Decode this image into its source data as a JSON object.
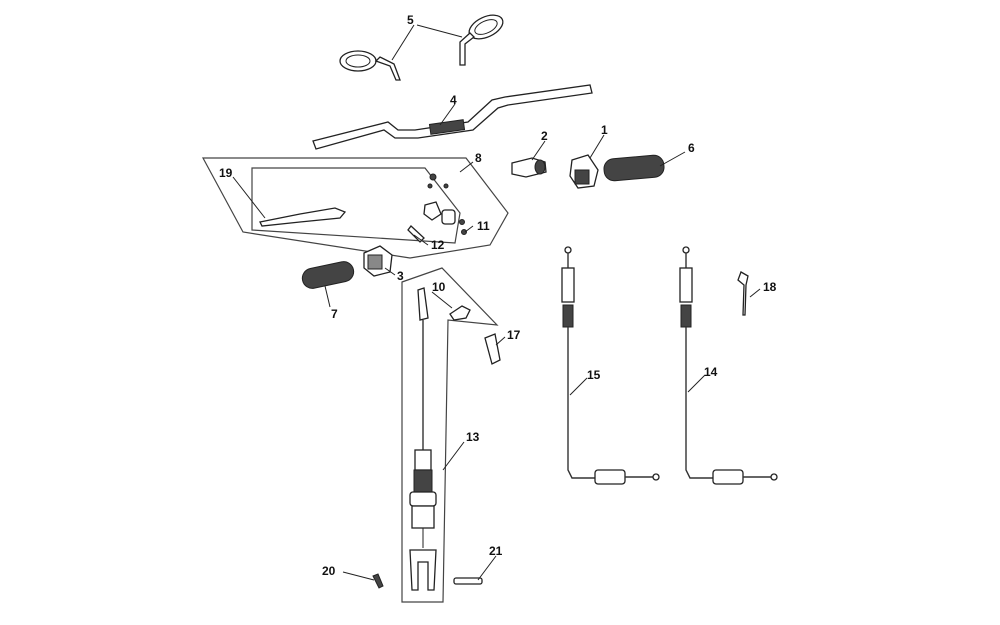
{
  "callouts": [
    {
      "n": "1"
    },
    {
      "n": "2"
    },
    {
      "n": "3"
    },
    {
      "n": "4"
    },
    {
      "n": "5"
    },
    {
      "n": "6"
    },
    {
      "n": "7"
    },
    {
      "n": "8"
    },
    {
      "n": "10"
    },
    {
      "n": "11"
    },
    {
      "n": "12"
    },
    {
      "n": "13"
    },
    {
      "n": "14"
    },
    {
      "n": "15"
    },
    {
      "n": "17"
    },
    {
      "n": "18"
    },
    {
      "n": "19"
    },
    {
      "n": "20"
    },
    {
      "n": "21"
    }
  ]
}
